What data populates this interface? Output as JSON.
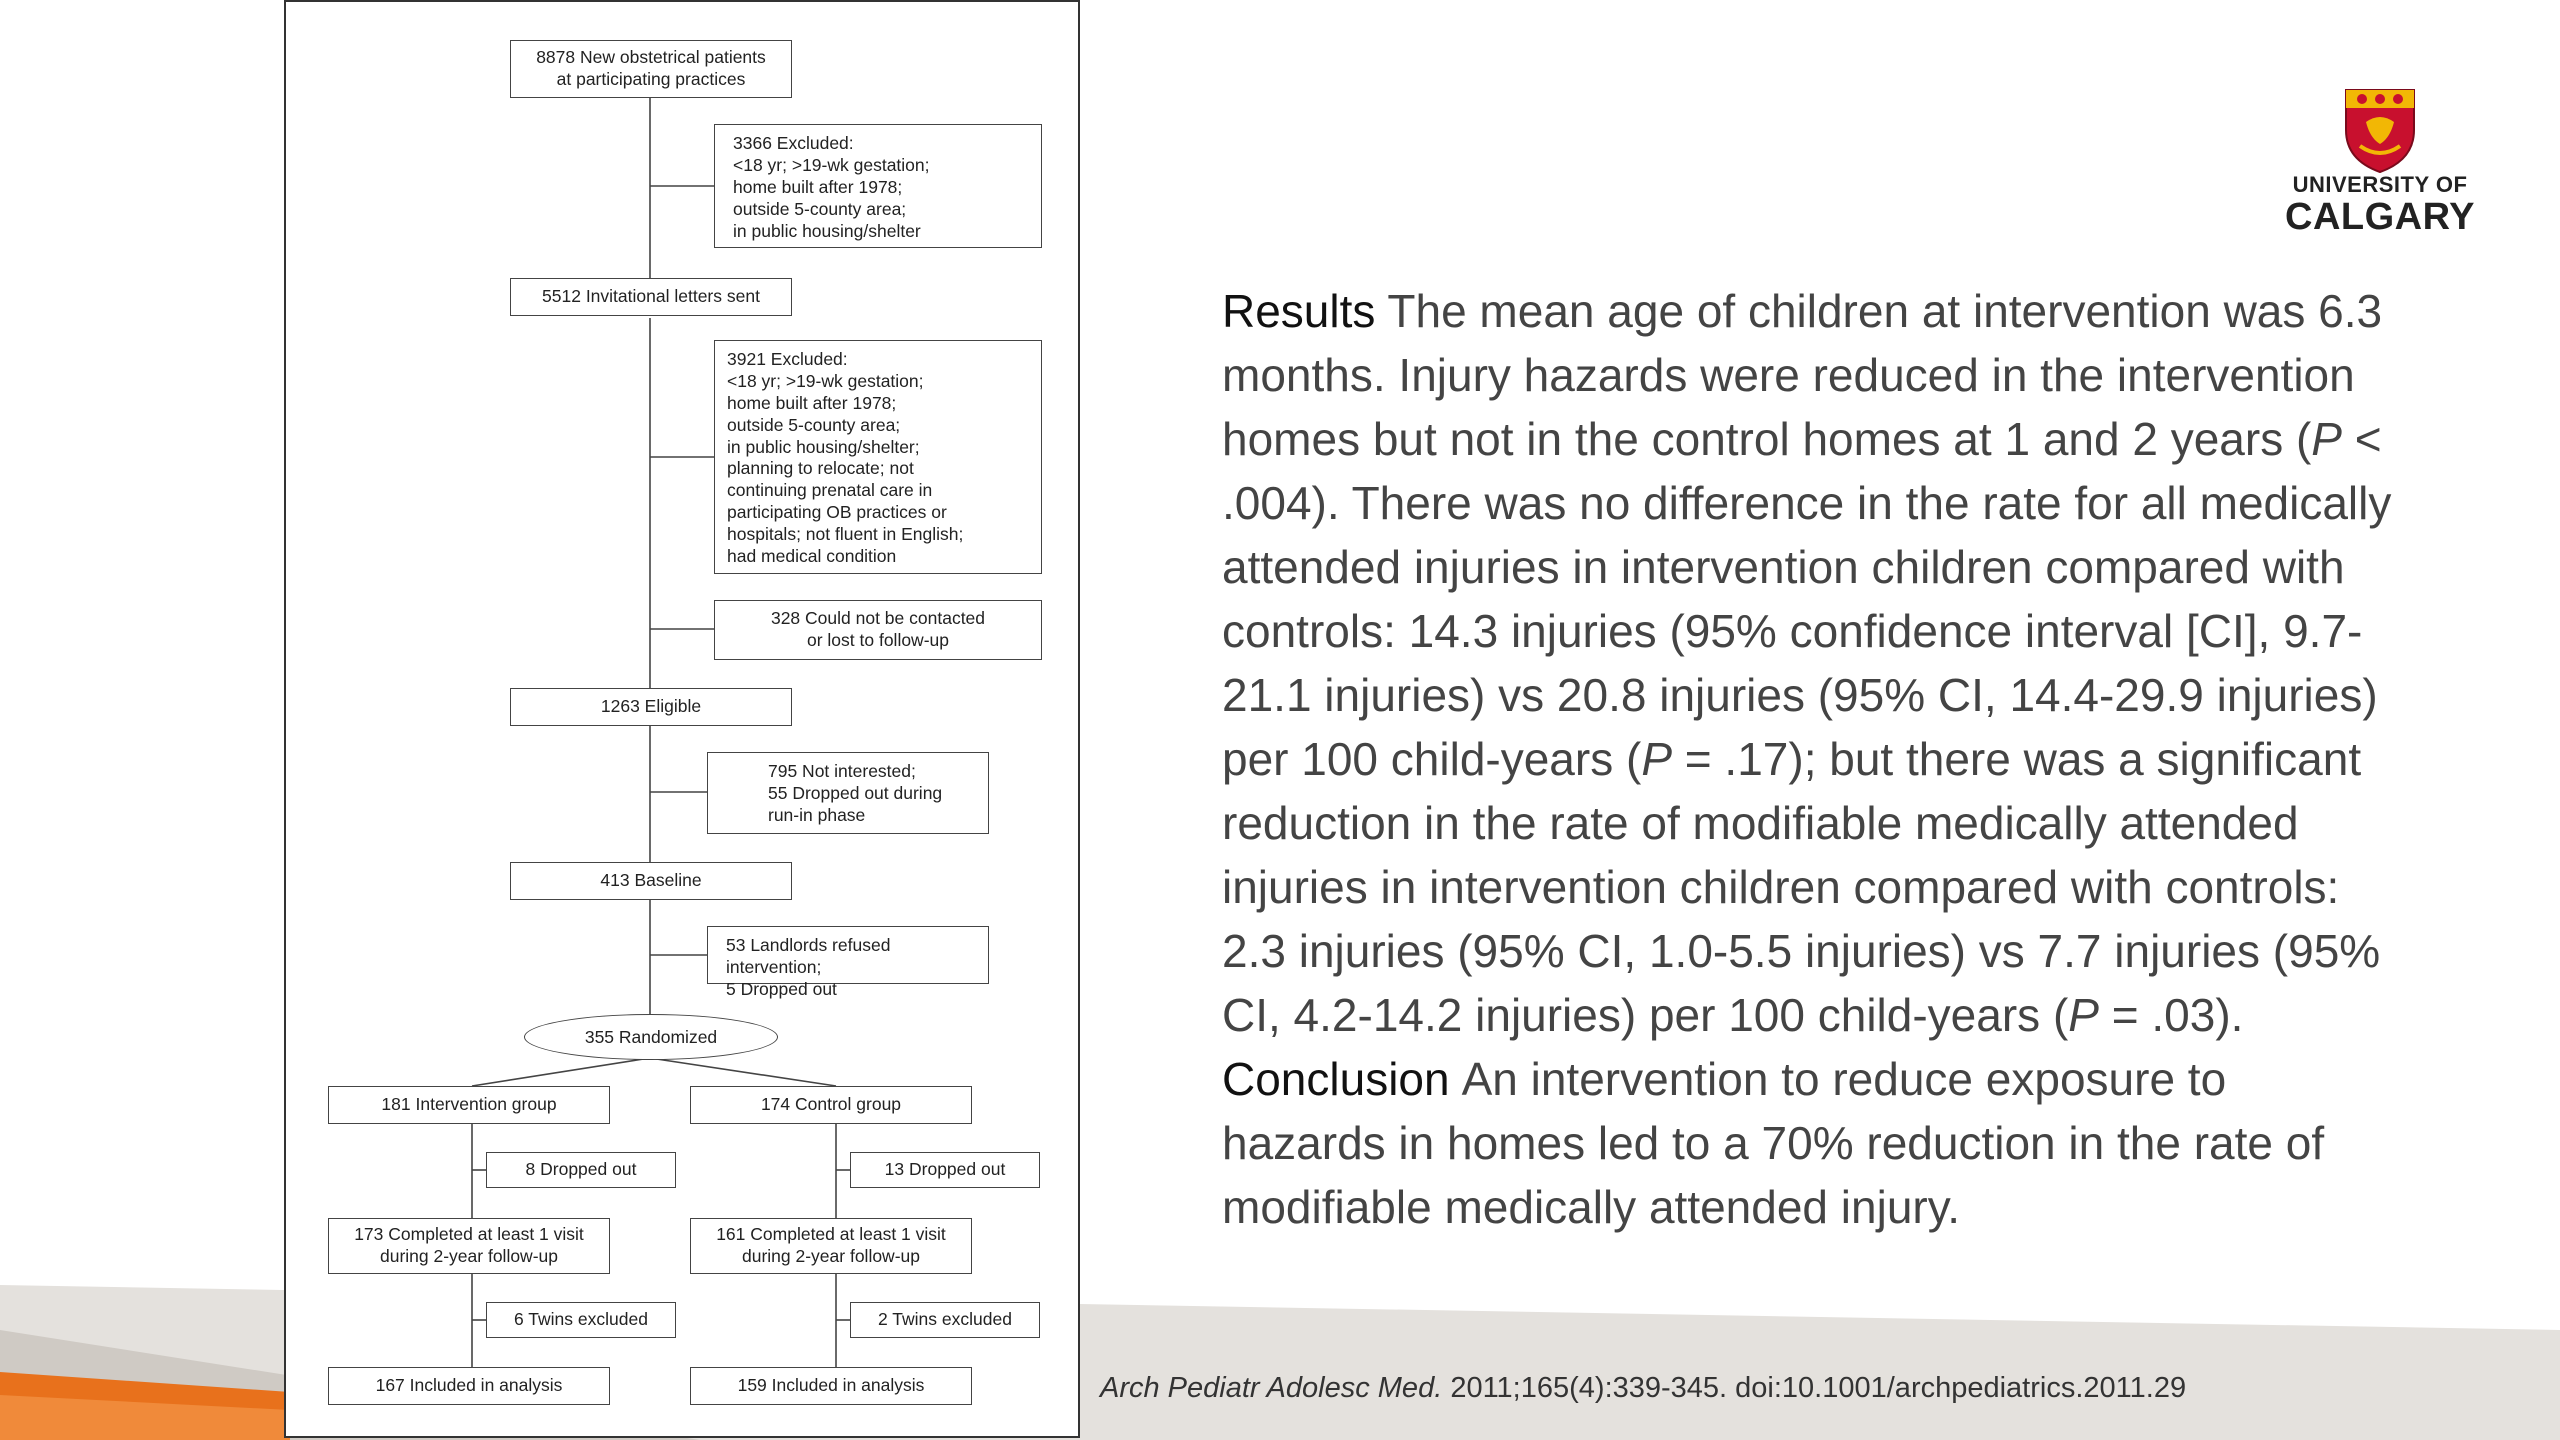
{
  "flowchart": {
    "new_patients": "8878 New obstetrical patients\nat participating practices",
    "excluded_1": "3366 Excluded:\n      <18 yr; >19-wk gestation;\n      home built after 1978;\n      outside 5-county area;\n      in public housing/shelter",
    "letters_sent": "5512 Invitational letters sent",
    "excluded_2": "3921 Excluded:\n      <18 yr; >19-wk gestation;\n      home built after 1978;\n      outside 5-county area;\n      in public housing/shelter;\n      planning to relocate; not\n      continuing prenatal care in\n      participating OB practices or\n      hospitals; not fluent in English;\n      had medical condition",
    "not_contacted": "328 Could not be contacted\nor lost to follow-up",
    "eligible": "1263 Eligible",
    "not_interested": "795 Not interested;\n  55 Dropped out during\n      run-in phase",
    "baseline": "413 Baseline",
    "landlords": "53 Landlords refused intervention;\n  5 Dropped out",
    "randomized": "355 Randomized",
    "intervention_group": "181 Intervention group",
    "control_group": "174 Control group",
    "int_dropped": "8 Dropped out",
    "ctl_dropped": "13 Dropped out",
    "int_completed": "173 Completed at least 1 visit\nduring 2-year follow-up",
    "ctl_completed": "161 Completed at least 1 visit\nduring 2-year follow-up",
    "int_twins": "6 Twins excluded",
    "ctl_twins": "2 Twins excluded",
    "int_included": "167 Included in analysis",
    "ctl_included": "159 Included in analysis"
  },
  "logo": {
    "line1": "UNIVERSITY OF",
    "line2": "CALGARY"
  },
  "abstract": {
    "results_head": "Results",
    "results_body_1": "The mean age of children at intervention was 6.3 months. Injury hazards were reduced in the intervention homes but not in the control homes at 1 and 2 years (",
    "results_p1": "P",
    "results_body_2": " < .004). There was no difference in the rate for all medically attended injuries in intervention children compared with controls: 14.3 injuries (95% confidence interval [CI], 9.7-21.1 injuries) vs 20.8 injuries (95% CI, 14.4-29.9 injuries) per 100 child-years (",
    "results_p2": "P",
    "results_body_3": " = .17); but there was a significant reduction in the rate of modifiable medically attended injuries in intervention children compared with controls: 2.3 injuries (95% CI, 1.0-5.5 injuries) vs 7.7 injuries (95% CI, 4.2-14.2 injuries) per 100 child-years (",
    "results_p3": "P",
    "results_body_4": " = .03).",
    "conclusion_head": "Conclusion",
    "conclusion_body": "An intervention to reduce exposure to hazards in homes led to a 70% reduction in the rate of modifiable medically attended injury."
  },
  "citation": {
    "journal": "Arch Pediatr Adolesc Med.",
    "details": " 2011;165(4):339-345. doi:10.1001/archpediatrics.2011.29"
  },
  "colors": {
    "accent_orange": "#e8711c",
    "band_gray": "#d9d6d2",
    "logo_red": "#c8102e",
    "logo_gold": "#f2b705"
  }
}
